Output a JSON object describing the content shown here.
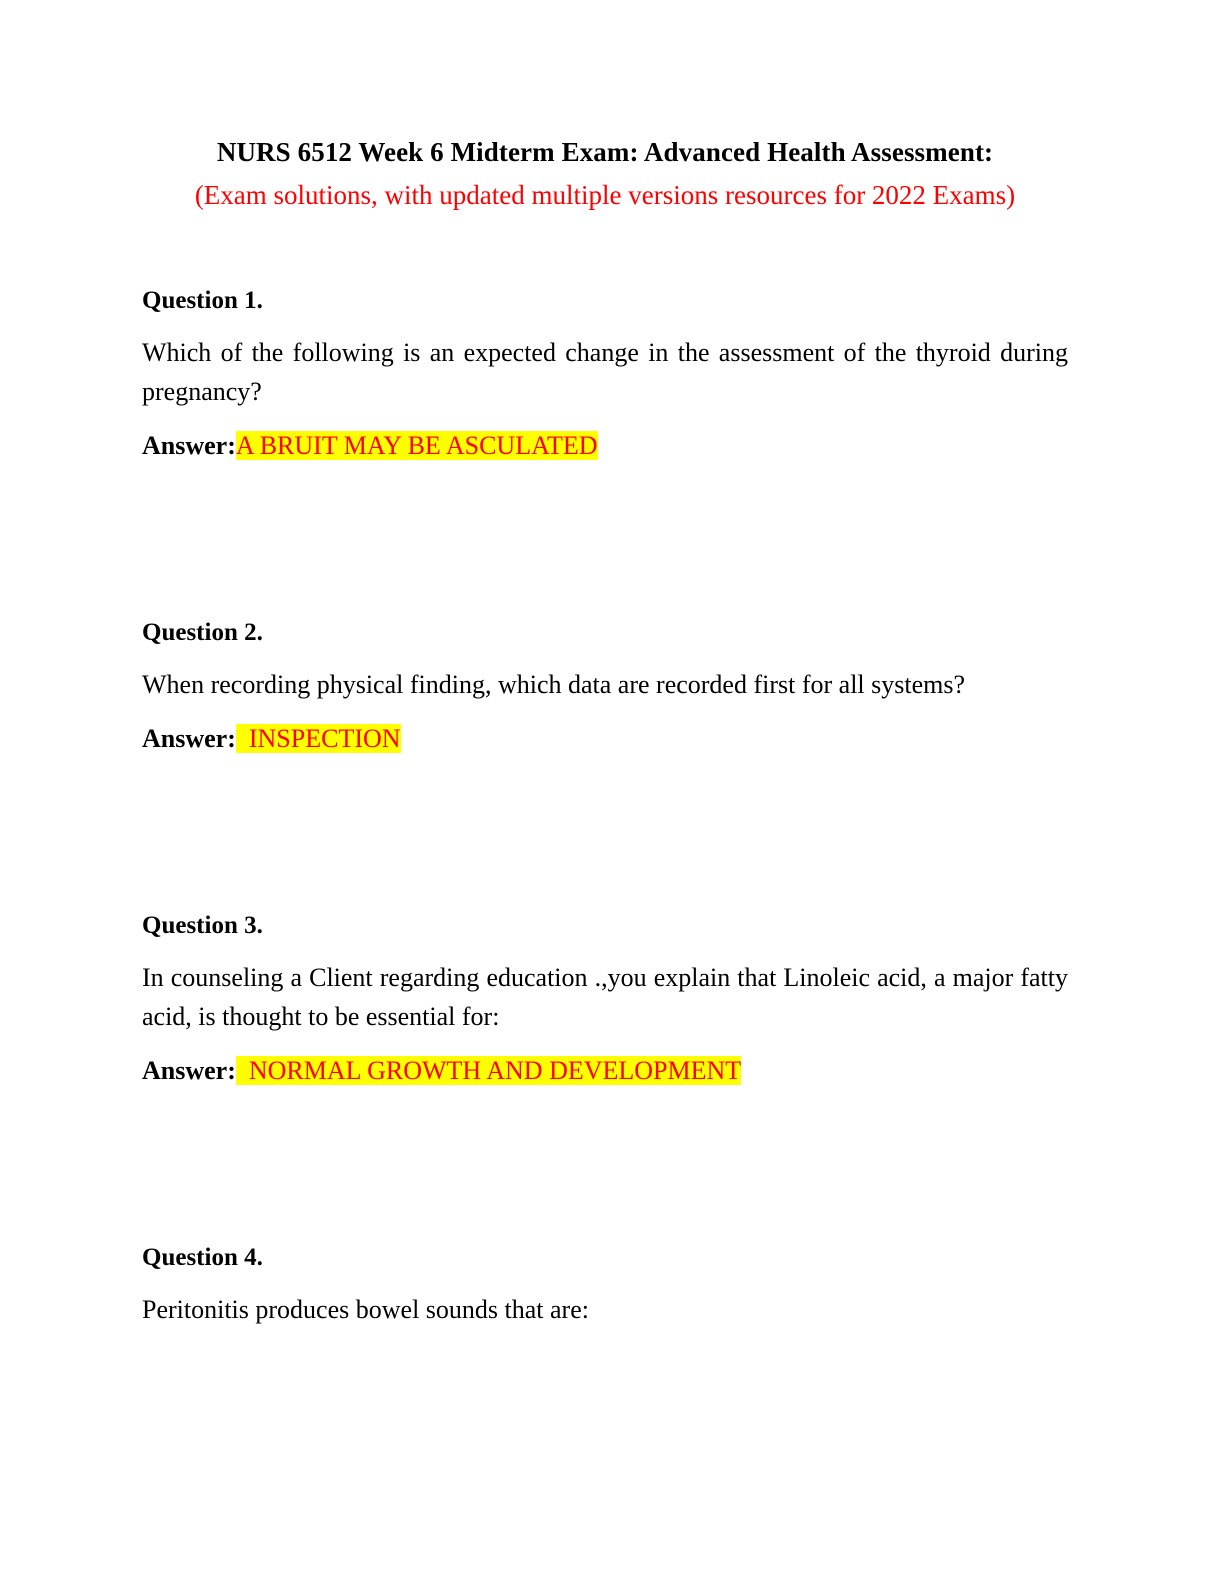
{
  "document": {
    "title": "NURS 6512 Week 6 Midterm Exam: Advanced Health Assessment:",
    "subtitle": "(Exam solutions, with updated multiple versions resources for 2022 Exams)",
    "colors": {
      "title_color": "#000000",
      "subtitle_color": "#ff0000",
      "answer_text_color": "#ff0000",
      "highlight_color": "#ffff00",
      "body_text_color": "#000000",
      "page_background": "#ffffff"
    }
  },
  "questions": [
    {
      "heading": "Question 1.",
      "text": "Which of the following is an expected change in the assessment of the thyroid during pregnancy?",
      "answer_label": "Answer:",
      "answer_value": "A BRUIT MAY BE ASCULATED"
    },
    {
      "heading": "Question 2.",
      "text": "When recording physical finding, which data are recorded first for all systems?",
      "answer_label": "Answer:",
      "answer_value": "  INSPECTION"
    },
    {
      "heading": "Question 3.",
      "text": "In counseling a Client regarding education .,you explain that Linoleic acid, a major fatty acid, is thought to be essential for:",
      "answer_label": "Answer:",
      "answer_value": "  NORMAL GROWTH AND DEVELOPMENT"
    },
    {
      "heading": "Question 4.",
      "text": "Peritonitis produces bowel sounds that are:",
      "answer_label": "",
      "answer_value": ""
    }
  ]
}
